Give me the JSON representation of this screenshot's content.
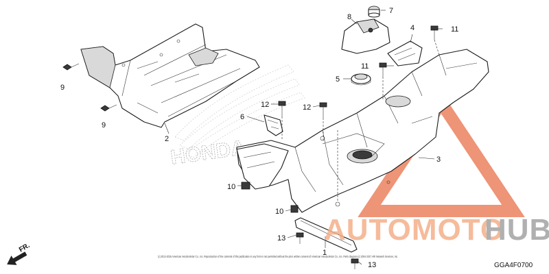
{
  "callouts": {
    "c1": "1",
    "c2": "2",
    "c3": "3",
    "c4": "4",
    "c5": "5",
    "c6": "6",
    "c7": "7",
    "c8": "8",
    "c9a": "9",
    "c9b": "9",
    "c10a": "10",
    "c10b": "10",
    "c11a": "11",
    "c11b": "11",
    "c12a": "12",
    "c12b": "12",
    "c13a": "13",
    "c13b": "13"
  },
  "direction_label": "FR.",
  "diagram_code": "GGA4F0700",
  "copyright": "(c) 2012-2015 American Honda Motor Co., Inc. Reproduction of the contents of this publication in any form is not permitted without the prior written consent of American Honda Motor Co., Inc. Parts diagram (c) 2004-2017 ARI Network Services, Inc.",
  "watermark": {
    "brand_left": "AUTOMOTO",
    "brand_right": "HUB",
    "logo_text": "HONDA",
    "brand_color": "#e8531f",
    "gray_color": "#9a9a9a"
  }
}
